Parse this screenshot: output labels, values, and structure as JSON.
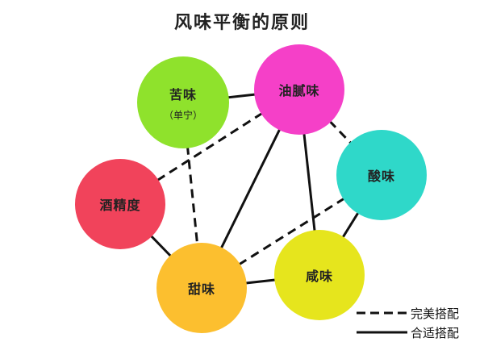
{
  "title": "风味平衡的原则",
  "nodes": [
    {
      "id": "bitter",
      "label": "苦味",
      "sub": "（单宁）",
      "color": "#8fe22c"
    },
    {
      "id": "oily",
      "label": "油腻味",
      "color": "#f540c8"
    },
    {
      "id": "sour",
      "label": "酸味",
      "color": "#2fd8c9"
    },
    {
      "id": "alcohol",
      "label": "酒精度",
      "color": "#f1435b"
    },
    {
      "id": "sweet",
      "label": "甜味",
      "color": "#fcbf2f"
    },
    {
      "id": "salty",
      "label": "咸味",
      "color": "#e6e51d"
    }
  ],
  "edges": [
    {
      "from": "bitter",
      "to": "oily",
      "style": "solid"
    },
    {
      "from": "bitter",
      "to": "sweet",
      "style": "dashed"
    },
    {
      "from": "oily",
      "to": "alcohol",
      "style": "dashed"
    },
    {
      "from": "oily",
      "to": "sour",
      "style": "dashed"
    },
    {
      "from": "oily",
      "to": "sweet",
      "style": "solid"
    },
    {
      "from": "oily",
      "to": "salty",
      "style": "solid"
    },
    {
      "from": "sour",
      "to": "sweet",
      "style": "dashed"
    },
    {
      "from": "sour",
      "to": "salty",
      "style": "solid"
    },
    {
      "from": "alcohol",
      "to": "sweet",
      "style": "solid"
    },
    {
      "from": "sweet",
      "to": "salty",
      "style": "solid"
    }
  ],
  "legend": {
    "dashed": "完美搭配",
    "solid": "合适搭配"
  }
}
